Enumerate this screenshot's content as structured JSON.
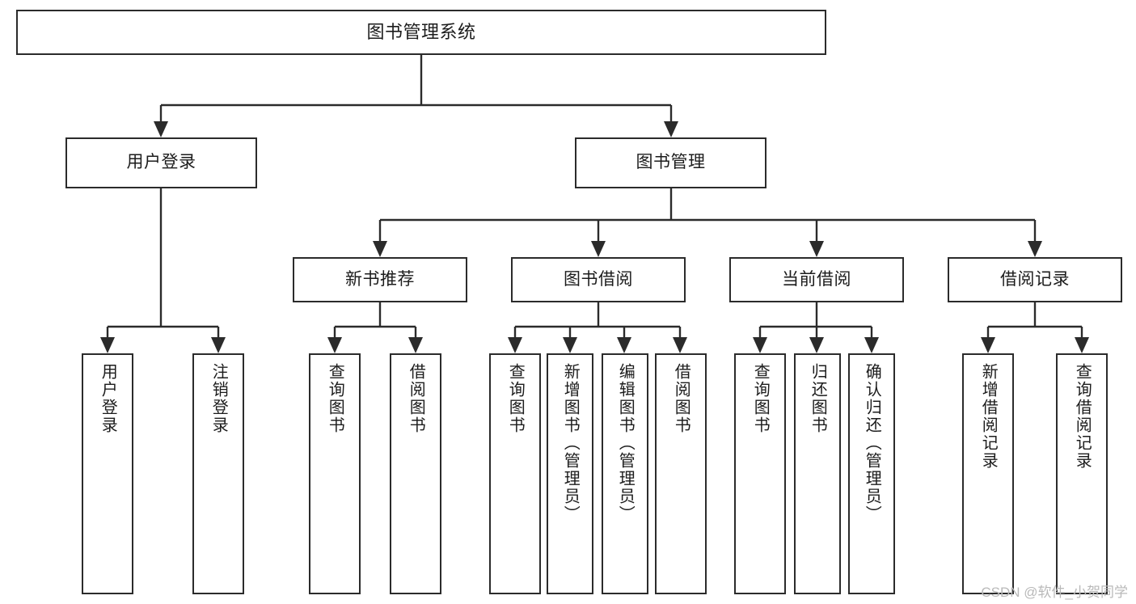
{
  "diagram": {
    "title": "图书管理系统",
    "type": "tree",
    "orientation": "top-down",
    "colors": {
      "stroke": "#2b2b2b",
      "box_fill": "#ffffff",
      "text": "#1c1c1c",
      "background": "#ffffff",
      "watermark": "#b9b9b9"
    }
  },
  "watermark": {
    "text": "CSDN @软件_小贺同学"
  },
  "nodes": {
    "root": {
      "label": "图书管理系统",
      "level": 1
    },
    "level2": [
      {
        "id": "user-login",
        "label": "用户登录"
      },
      {
        "id": "book-manage",
        "label": "图书管理"
      }
    ],
    "level3": [
      {
        "id": "new-book-recommend",
        "label": "新书推荐",
        "parent": "book-manage"
      },
      {
        "id": "book-borrow",
        "label": "图书借阅",
        "parent": "book-manage"
      },
      {
        "id": "current-borrow",
        "label": "当前借阅",
        "parent": "book-manage"
      },
      {
        "id": "borrow-record",
        "label": "借阅记录",
        "parent": "book-manage"
      }
    ],
    "leaves": [
      {
        "id": "leaf-user-login",
        "label": "用户登录",
        "parent": "user-login"
      },
      {
        "id": "leaf-logout",
        "label": "注销登录",
        "parent": "user-login"
      },
      {
        "id": "leaf-query-book-1",
        "label": "查询图书",
        "parent": "new-book-recommend"
      },
      {
        "id": "leaf-borrow-book-1",
        "label": "借阅图书",
        "parent": "new-book-recommend"
      },
      {
        "id": "leaf-query-book-2",
        "label": "查询图书",
        "parent": "book-borrow"
      },
      {
        "id": "leaf-add-book",
        "label": "新增图书（管理员）",
        "parent": "book-borrow"
      },
      {
        "id": "leaf-edit-book",
        "label": "编辑图书（管理员）",
        "parent": "book-borrow"
      },
      {
        "id": "leaf-borrow-book-2",
        "label": "借阅图书",
        "parent": "book-borrow"
      },
      {
        "id": "leaf-query-book-3",
        "label": "查询图书",
        "parent": "current-borrow"
      },
      {
        "id": "leaf-return-book",
        "label": "归还图书",
        "parent": "current-borrow"
      },
      {
        "id": "leaf-confirm-return",
        "label": "确认归还（管理员）",
        "parent": "current-borrow"
      },
      {
        "id": "leaf-add-record",
        "label": "新增借阅记录",
        "parent": "borrow-record"
      },
      {
        "id": "leaf-query-record",
        "label": "查询借阅记录",
        "parent": "borrow-record"
      }
    ]
  }
}
